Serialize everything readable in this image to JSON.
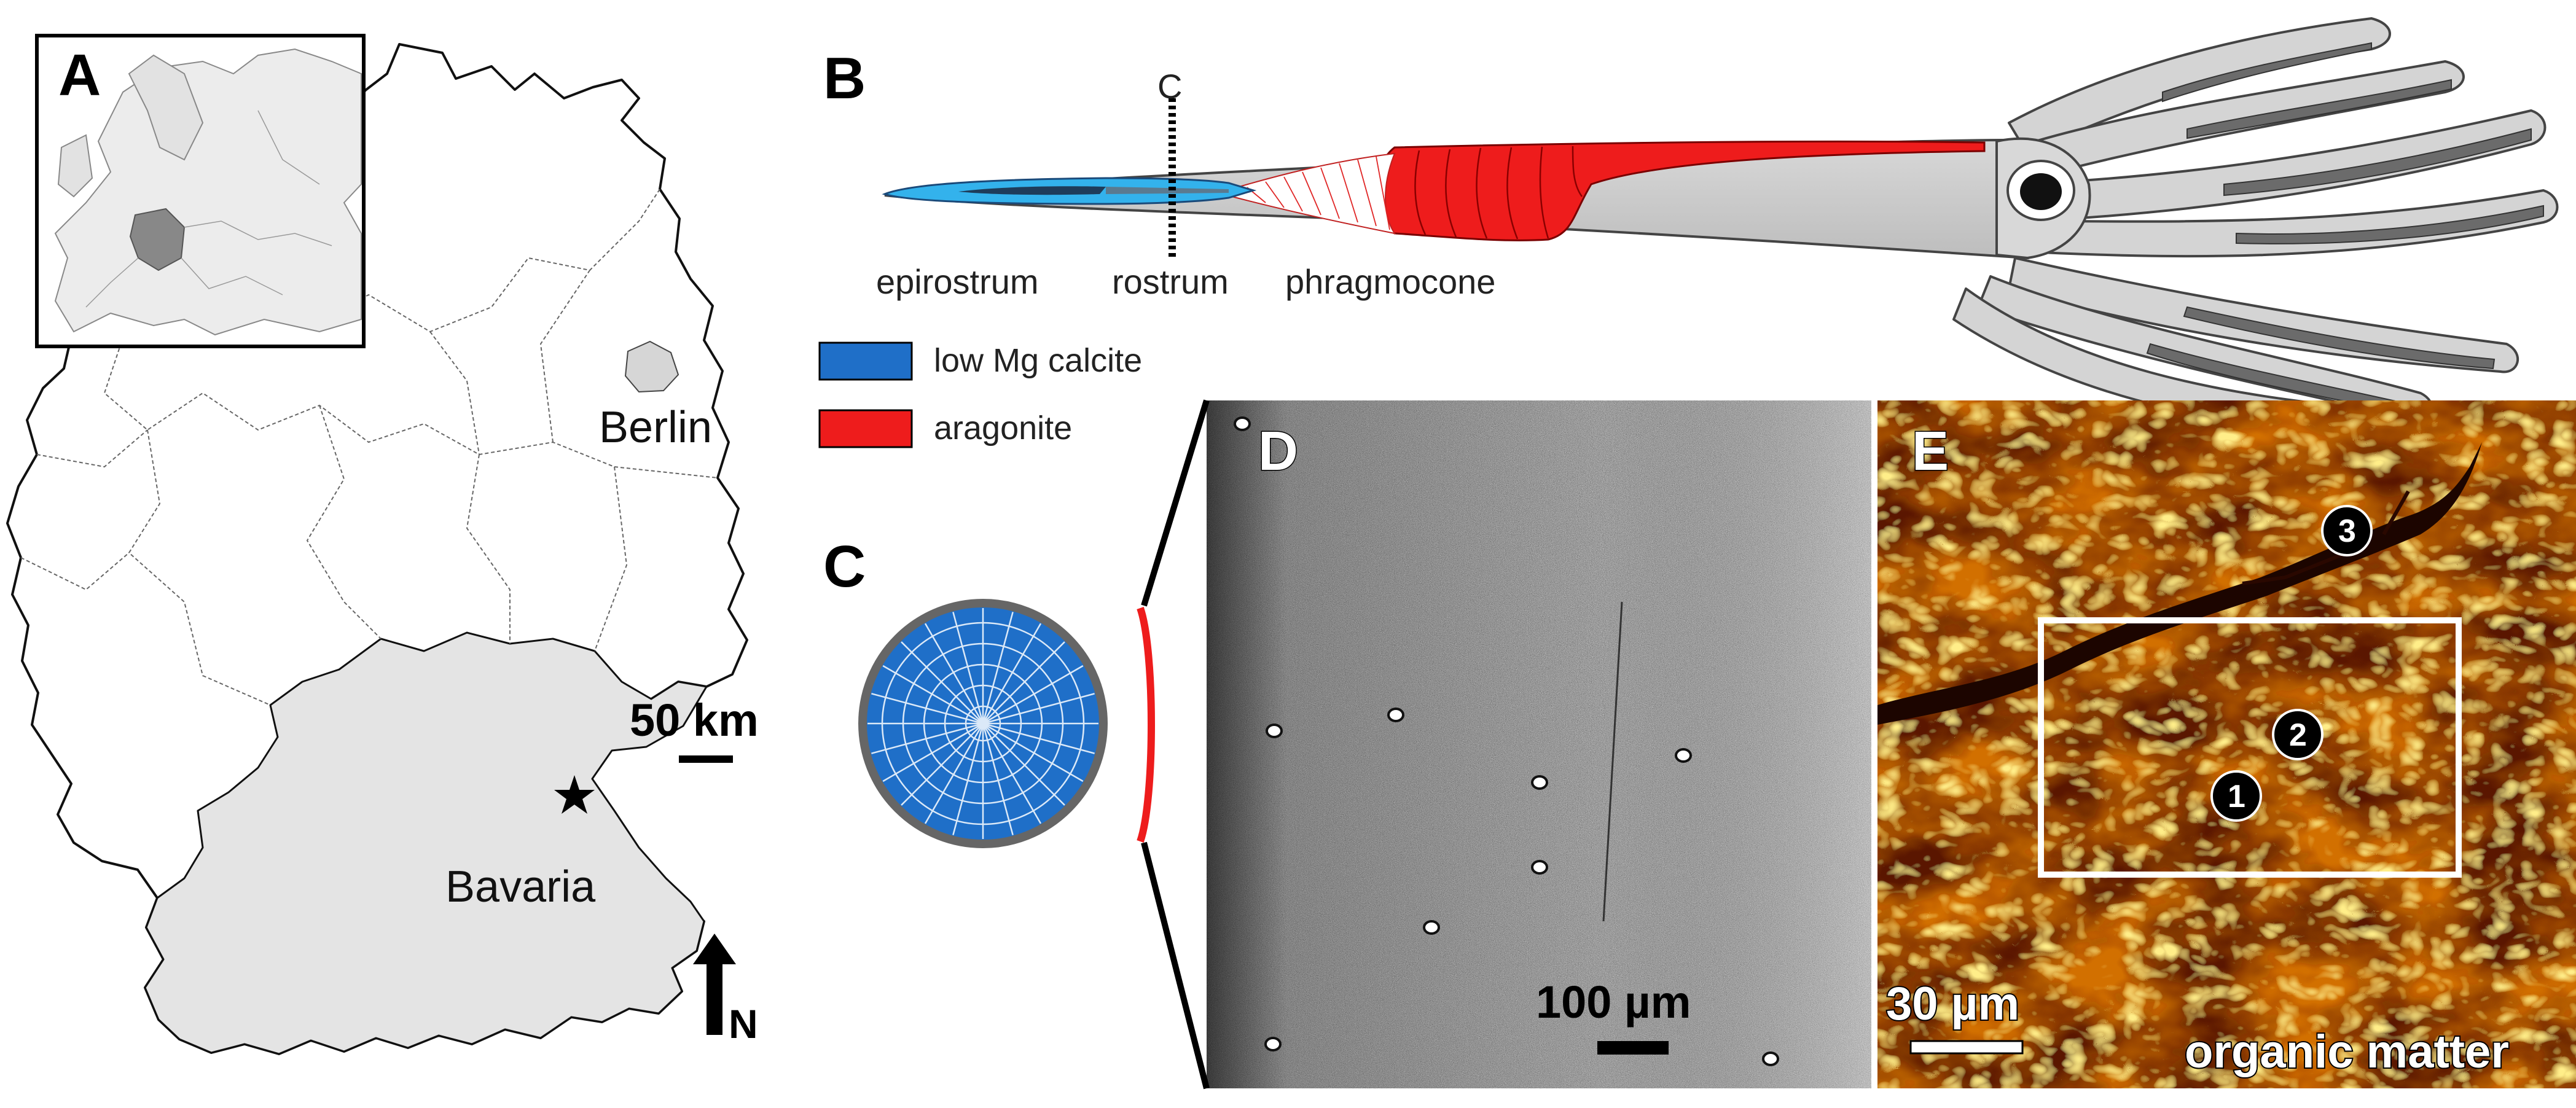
{
  "panels": {
    "a": {
      "letter": "A"
    },
    "b": {
      "letter": "B"
    },
    "c": {
      "letter": "C"
    },
    "d": {
      "letter": "D"
    },
    "e": {
      "letter": "E"
    }
  },
  "map": {
    "city": "Berlin",
    "state": "Bavaria",
    "scale_label": "50 km",
    "north_label": "N"
  },
  "diagram": {
    "section_marker": "C",
    "parts": [
      "epirostrum",
      "rostrum",
      "phragmocone"
    ]
  },
  "legend": {
    "items": [
      {
        "label": "low Mg calcite",
        "color": "#1f6fc8"
      },
      {
        "label": "aragonite",
        "color": "#ee1c1c"
      }
    ]
  },
  "micrograph_d": {
    "scale_label": "100 µm"
  },
  "micrograph_e": {
    "scale_label": "30 µm",
    "caption": "organic matter",
    "markers": [
      "1",
      "2",
      "3"
    ]
  },
  "colors": {
    "calcite": "#1f6fc8",
    "aragonite": "#ee1c1c",
    "map_fill": "#e6e6e6",
    "highlight_fill": "#8a8a8a"
  }
}
